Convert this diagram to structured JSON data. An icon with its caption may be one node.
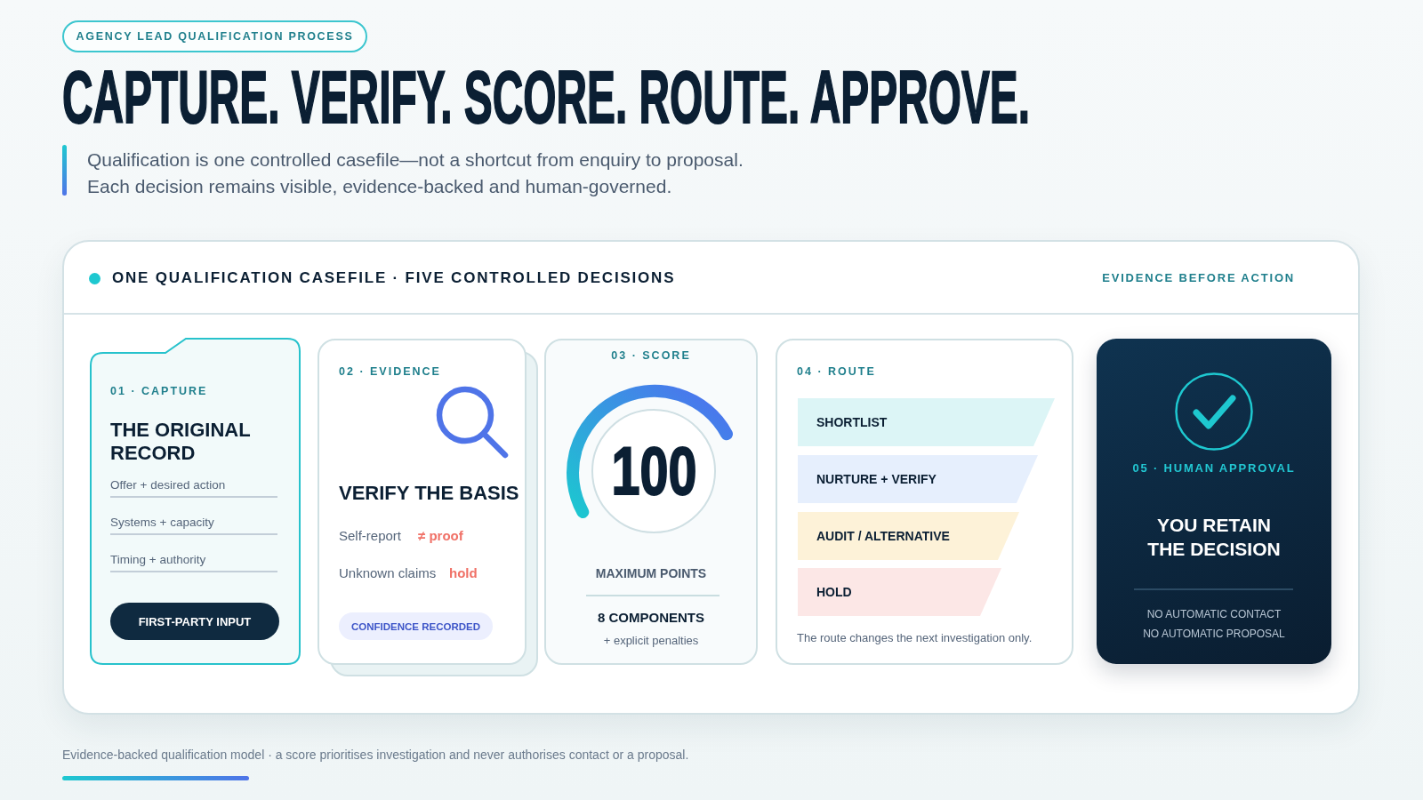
{
  "diagram": {
    "title": "CAPTURE. VERIFY. SCORE. ROUTE. APPROVE.",
    "caption": "Evidence-backed qualification model · a score prioritises investigation and never authorises contact or a proposal.",
    "nodes": [
      {
        "text": [
          "AGENCY LEAD QUALIFICATION PROCESS"
        ]
      },
      {
        "text": [
          "ONE QUALIFICATION CASEFILE · FIVE CONTROLLED DECISIONS",
          "EVIDENCE BEFORE ACTION"
        ]
      },
      {
        "text": [
          "01 · CAPTURE",
          "THE ORIGINAL RECORD",
          "Offer + desired action",
          "Systems + capacity",
          "Timing + authority"
        ],
        "in": 1
      },
      {
        "text": [
          "FIRST-PARTY INPUT"
        ],
        "in": 2
      },
      {
        "text": [
          "02 · EVIDENCE",
          "VERIFY THE BASIS",
          "Self-report",
          "≠ proof",
          "Unknown claims",
          "hold"
        ],
        "in": 1
      },
      {
        "text": [
          "CONFIDENCE RECORDED"
        ],
        "in": 4
      },
      {
        "text": [
          "03 · SCORE",
          "MAXIMUM POINTS",
          "8 COMPONENTS",
          "+ explicit penalties"
        ],
        "in": 1
      },
      {
        "text": [
          "100"
        ],
        "in": 6
      },
      {
        "text": [
          "04 · ROUTE",
          "The route changes the next investigation only."
        ],
        "in": 1
      },
      {
        "text": [
          "SHORTLIST"
        ],
        "in": 8
      },
      {
        "text": [
          "NURTURE + VERIFY"
        ],
        "in": 8
      },
      {
        "text": [
          "AUDIT / ALTERNATIVE"
        ],
        "in": 8
      },
      {
        "text": [
          "HOLD"
        ],
        "in": 8
      },
      {
        "text": [
          "05 · HUMAN APPROVAL",
          "YOU RETAIN THE DECISION",
          "NO AUTOMATIC CONTACT",
          "NO AUTOMATIC PROPOSAL"
        ],
        "in": 1
      }
    ],
    "labels": [
      "Qualification is one controlled casefile—not a shortcut from enquiry to proposal. Each decision remains visible, evidence-backed and human-governed."
    ]
  }
}
